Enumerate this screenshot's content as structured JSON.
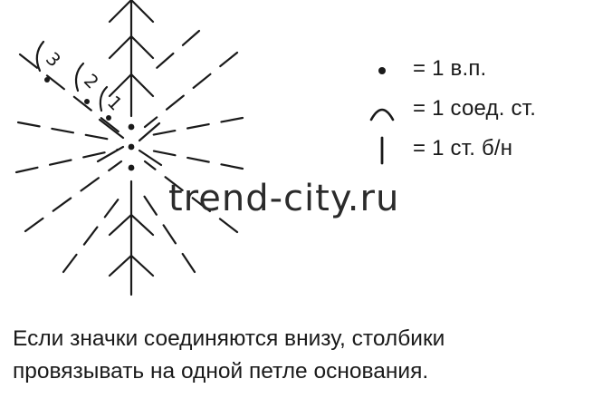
{
  "diagram": {
    "round_numbers": [
      "3",
      "2",
      "1"
    ],
    "legend": [
      {
        "icon": "dot-icon",
        "text": "= 1 в.п."
      },
      {
        "icon": "arc-icon",
        "text": "= 1 соед. ст."
      },
      {
        "icon": "vertical-stroke-icon",
        "text": "= 1 ст. б/н"
      }
    ]
  },
  "watermark": "trend-city.ru",
  "caption": {
    "line1": "Если значки соединяются внизу, столбики",
    "line2": "провязывать на одной петле основания."
  }
}
